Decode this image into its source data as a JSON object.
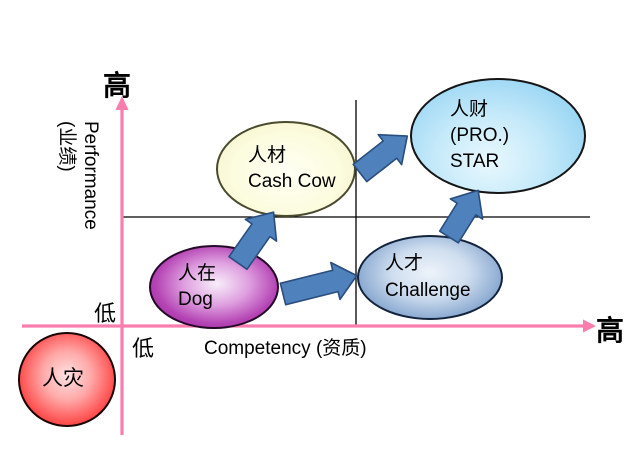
{
  "axes": {
    "pink_color": "#fa7dae",
    "quadrant_line_color": "#000000",
    "y_high_label": "高",
    "y_title_line1": "Performance",
    "y_title_line2": "(业绩)",
    "y_low_label": "低",
    "x_low_label": "低",
    "x_title": "Competency (资质)",
    "x_high_label": "高"
  },
  "bubbles": {
    "cash_cow": {
      "cn": "人材",
      "en": "Cash Cow",
      "fill": "#fcfcdf",
      "border": "#4a4a2e",
      "quadrant": "high-performance / low-competency"
    },
    "star": {
      "cn": "人财",
      "en_line1": "(PRO.)",
      "en_line2": "STAR",
      "fill": "#92d2f2",
      "border": "#151515",
      "quadrant": "high-performance / high-competency"
    },
    "dog": {
      "cn": "人在",
      "en": "Dog",
      "fill": "#8e128f",
      "border": "#250a28",
      "quadrant": "low-performance / low-competency"
    },
    "challenge": {
      "cn": "人才",
      "en": "Challenge",
      "fill": "#5d84b6",
      "border": "#13233c",
      "quadrant": "low-performance / high-competency"
    },
    "disaster": {
      "cn": "人灾",
      "fill": "#ee0404",
      "border": "#1b0404",
      "quadrant": "below both axes"
    }
  },
  "arrows": {
    "fill": "#4f81bd",
    "stroke": "#2a4e7e",
    "items": [
      {
        "name": "dog-to-cash-cow"
      },
      {
        "name": "dog-to-challenge"
      },
      {
        "name": "cash-cow-to-star"
      },
      {
        "name": "challenge-to-star"
      }
    ]
  }
}
